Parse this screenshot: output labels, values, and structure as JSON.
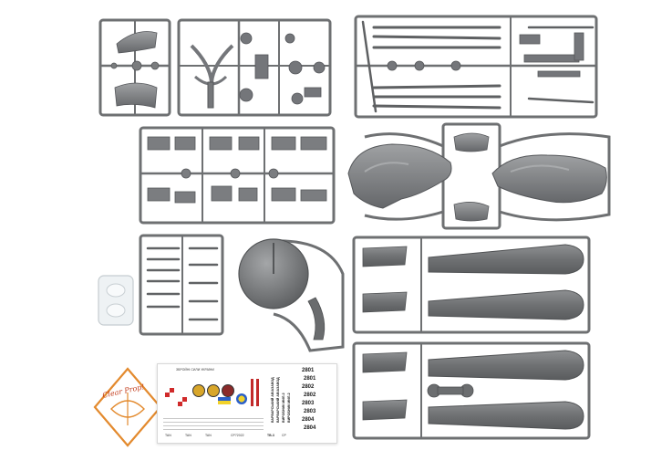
{
  "image": {
    "subject": "Plastic scale model kit sprues with decal sheet",
    "colors": {
      "plastic": "#7c7e80",
      "plastic_dark": "#5e6062",
      "plastic_light": "#9a9c9e",
      "clear_part": "#e6ecef",
      "background": "#ffffff",
      "logo_orange": "#e38a2e"
    }
  },
  "logo": {
    "text": "Clear Prop!",
    "icon": "propeller-badge-icon"
  },
  "decal_sheet": {
    "header": "ЗБРОЙНІ СИЛИ УКРАЇНИ",
    "numbers_right": [
      "2801",
      "2801",
      "2802",
      "2802",
      "2803",
      "2803",
      "2804",
      "2804"
    ],
    "ua_lines": [
      "ВАРВАРСЬКИЙ АВІАЗАВОД",
      "ВАРВАРСЬКИЙ АВІАЗАВОД",
      "ВИРОБНИК МИЛ-2",
      "ВИРОБНИК МИЛ-2"
    ],
    "codes_bottom": [
      "TAN",
      "TAN",
      "TAN"
    ],
    "kit_code": "CP72022",
    "scale_mark": "TB-3",
    "footer": "CP"
  }
}
